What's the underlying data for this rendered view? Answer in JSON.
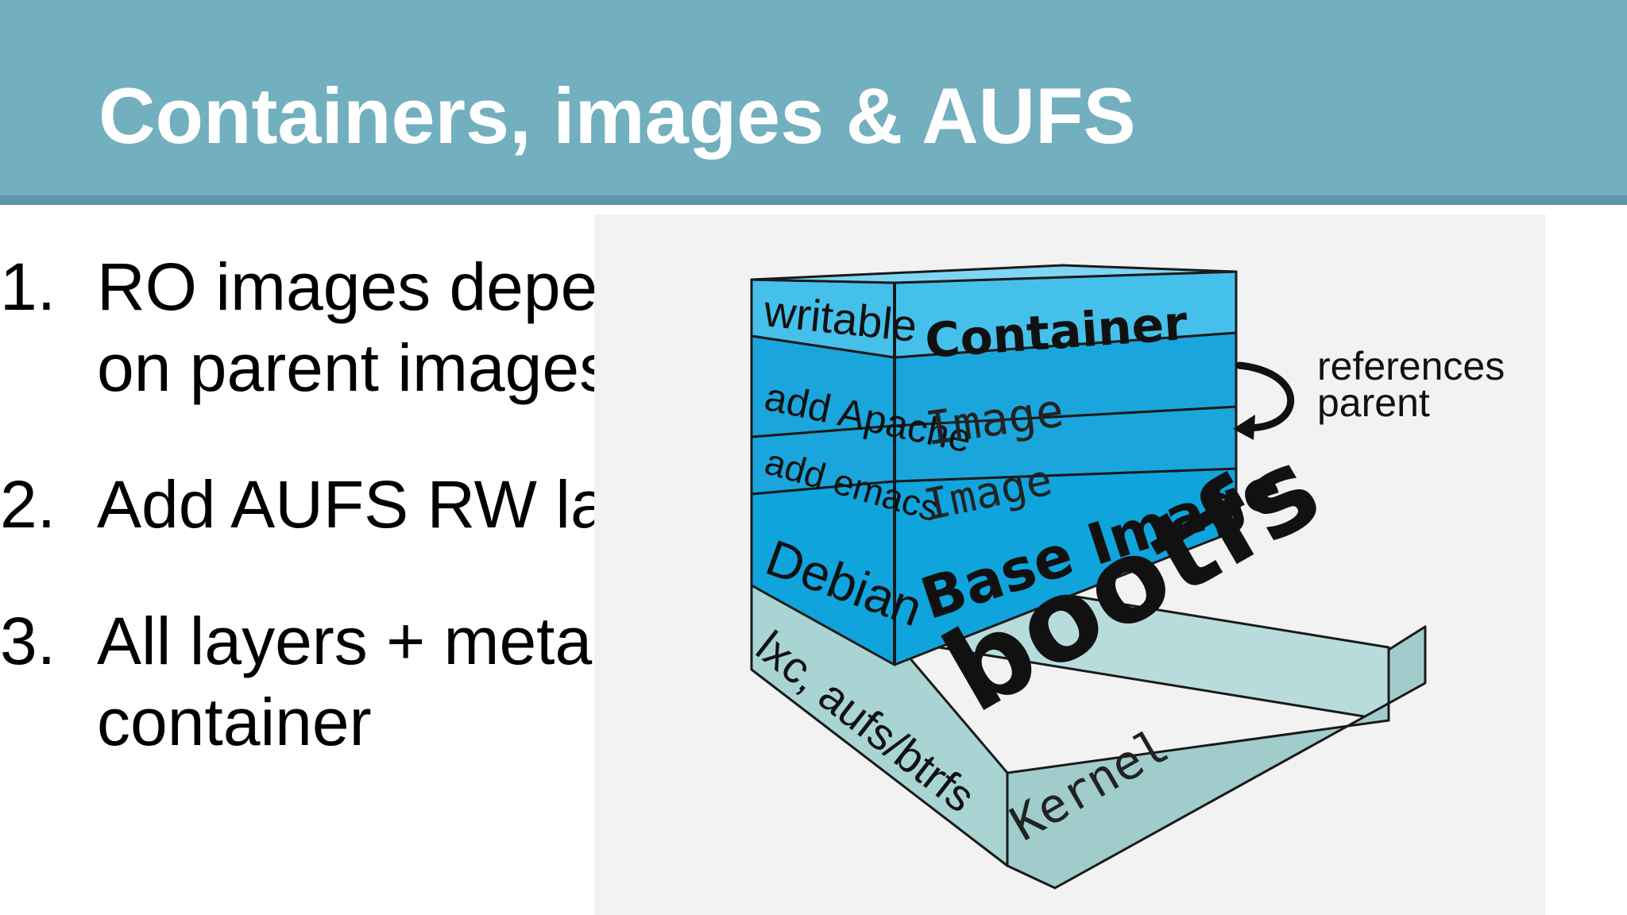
{
  "slide": {
    "title": "Containers, images & AUFS",
    "header_color": "#72afbf",
    "items": [
      {
        "num": "1.",
        "text": "RO images depends on parent images"
      },
      {
        "num": "2.",
        "text": "Add AUFS RW layer"
      },
      {
        "num": "3.",
        "text": "All layers + meta is a container"
      }
    ]
  },
  "diagram": {
    "layers": [
      {
        "side_label": "writable",
        "front_label": "Container",
        "color": "#45c0ea"
      },
      {
        "side_label": "add Apache",
        "front_label": "Image",
        "color": "#1aa6dc"
      },
      {
        "side_label": "add emacs",
        "front_label": "Image",
        "color": "#1aa6dc"
      },
      {
        "side_label": "Debian",
        "front_label": "Base Image",
        "color": "#10a4dd"
      }
    ],
    "base": {
      "side_label": "lxc, aufs/btrfs",
      "front_label": "Kernel",
      "top_label": "bootfs",
      "color": "#a8d4d4"
    },
    "annotation": {
      "line1": "references",
      "line2": "parent"
    }
  }
}
